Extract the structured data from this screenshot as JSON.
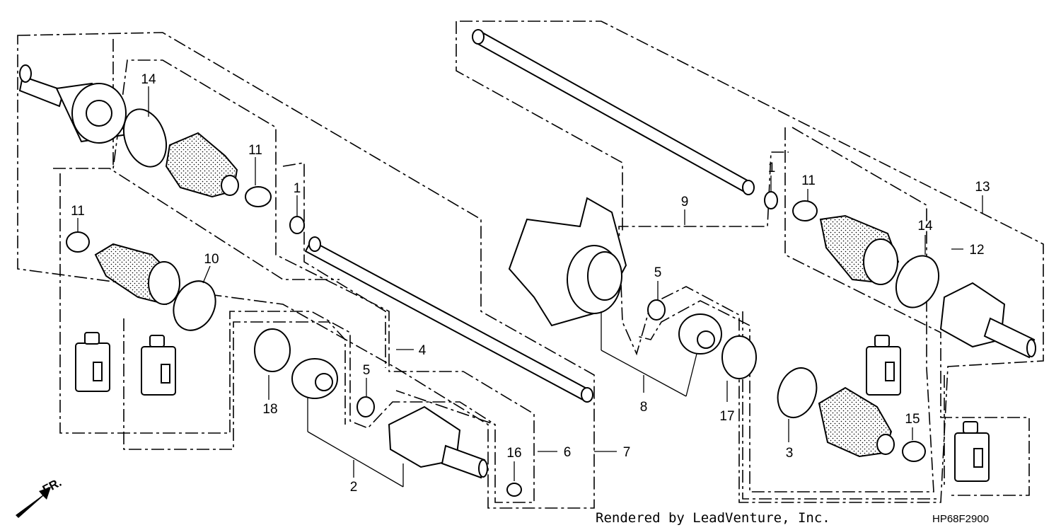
{
  "diagram": {
    "credit": "Rendered by LeadVenture, Inc.",
    "code": "HP68F2900",
    "direction": "FR.",
    "callouts": [
      {
        "id": "c14a",
        "text": "14"
      },
      {
        "id": "c11a",
        "text": "11"
      },
      {
        "id": "c1a",
        "text": "1"
      },
      {
        "id": "c11b",
        "text": "11"
      },
      {
        "id": "c10",
        "text": "10"
      },
      {
        "id": "c4",
        "text": "4"
      },
      {
        "id": "c5a",
        "text": "5"
      },
      {
        "id": "c18",
        "text": "18"
      },
      {
        "id": "c2",
        "text": "2"
      },
      {
        "id": "c16",
        "text": "16"
      },
      {
        "id": "c6",
        "text": "6"
      },
      {
        "id": "c7",
        "text": "7"
      },
      {
        "id": "c9",
        "text": "9"
      },
      {
        "id": "c1b",
        "text": "1"
      },
      {
        "id": "c11c",
        "text": "11"
      },
      {
        "id": "c13",
        "text": "13"
      },
      {
        "id": "c14b",
        "text": "14"
      },
      {
        "id": "c12",
        "text": "12"
      },
      {
        "id": "c5b",
        "text": "5"
      },
      {
        "id": "c8",
        "text": "8"
      },
      {
        "id": "c17",
        "text": "17"
      },
      {
        "id": "c3",
        "text": "3"
      },
      {
        "id": "c15",
        "text": "15"
      }
    ]
  }
}
